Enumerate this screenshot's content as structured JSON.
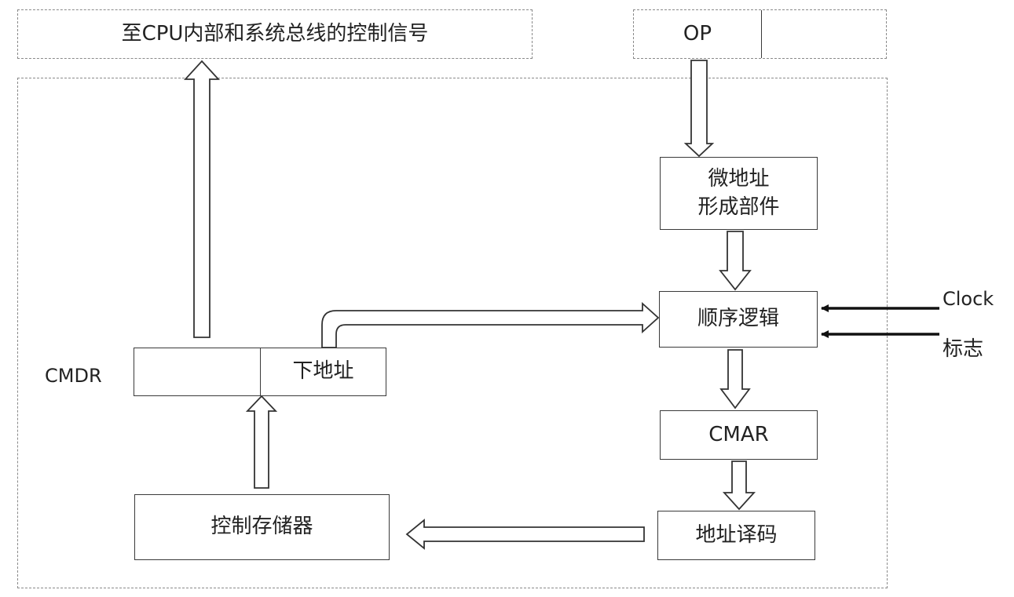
{
  "top_label": "至CPU内部和系统总线的控制信号",
  "op_label": "OP",
  "micro_addr_unit": "微地址\n形成部件",
  "sequence_logic": "顺序逻辑",
  "clock_label": "Clock",
  "flag_label": "标志",
  "cmdr_label": "CMDR",
  "next_addr_label": "下地址",
  "cmar_label": "CMAR",
  "addr_decode_label": "地址译码",
  "control_memory_label": "控制存储器"
}
